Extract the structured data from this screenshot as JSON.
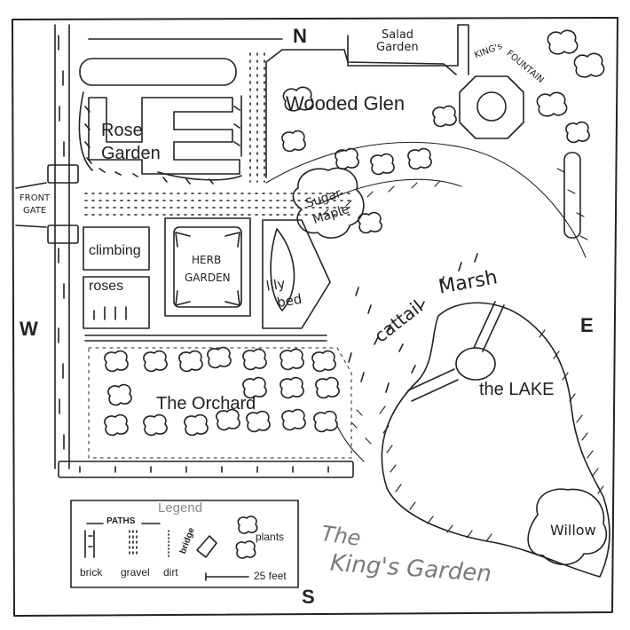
{
  "compass": {
    "north": "N",
    "south": "S",
    "east": "E",
    "west": "W"
  },
  "labels": {
    "salad_garden_line1": "Salad",
    "salad_garden_line2": "Garden",
    "kings_fountain_line1": "KING's",
    "kings_fountain_line2": "FOUNTAIN",
    "wooded_glen": "Wooded Glen",
    "rose_garden_line1": "Rose",
    "rose_garden_line2": "Garden",
    "front_gate_line1": "FRONT",
    "front_gate_line2": "GATE",
    "sugar_maple_line1": "Sugar",
    "sugar_maple_line2": "Maple",
    "climbing": "climbing",
    "roses": "roses",
    "herb_garden_line1": "HERB",
    "herb_garden_line2": "GARDEN",
    "lily_bed_line1": "lily",
    "lily_bed_line2": "bed",
    "cattail": "cattail",
    "marsh": "Marsh",
    "the_orchard": "The Orchard",
    "the_lake": "the LAKE",
    "willow": "Willow"
  },
  "legend": {
    "title": "Legend",
    "paths_heading": "PATHS",
    "brick": "brick",
    "gravel": "gravel",
    "dirt": "dirt",
    "bridge": "bridge",
    "plants": "plants",
    "scale": "25 feet"
  },
  "map_title": {
    "line1": "The",
    "line2": "King's Garden"
  },
  "colors": {
    "ink": "#222222",
    "title_ink": "#7a7a7a",
    "legend_title": "#888888"
  }
}
